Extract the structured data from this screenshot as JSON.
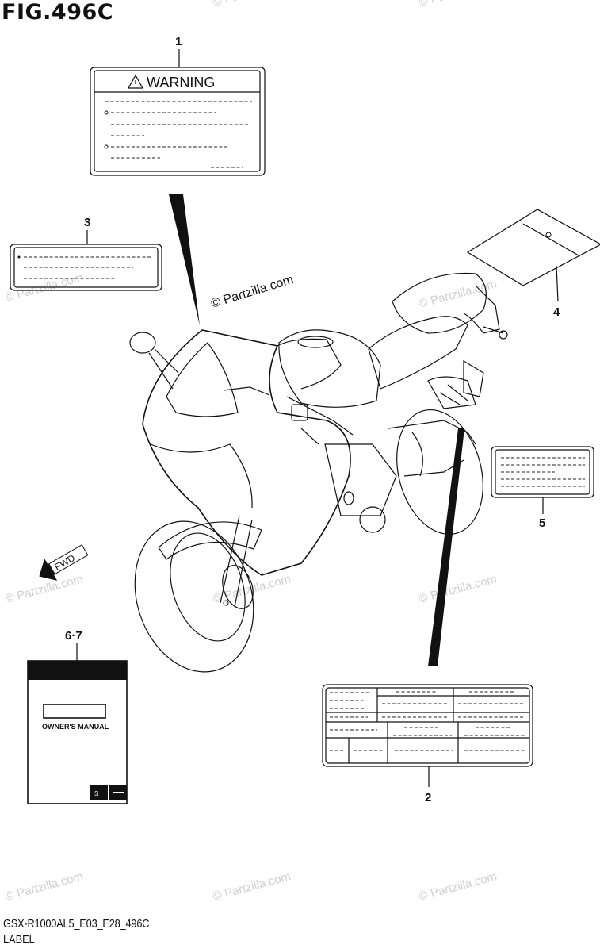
{
  "figure": {
    "title": "FIG.496C",
    "code": "GSX-R1000AL5_E03_E28_496C",
    "name": "LABEL"
  },
  "callouts": {
    "c1": "1",
    "c2": "2",
    "c3": "3",
    "c4": "4",
    "c5": "5",
    "c67": "6·7"
  },
  "labels": {
    "warning_heading": "WARNING",
    "manual_text": "OWNER'S MANUAL",
    "fwd_arrow": "FWD"
  },
  "watermark": "© Partzilla.com",
  "colors": {
    "line": "#111111",
    "watermark": "#c8c8c8",
    "background": "#ffffff"
  }
}
